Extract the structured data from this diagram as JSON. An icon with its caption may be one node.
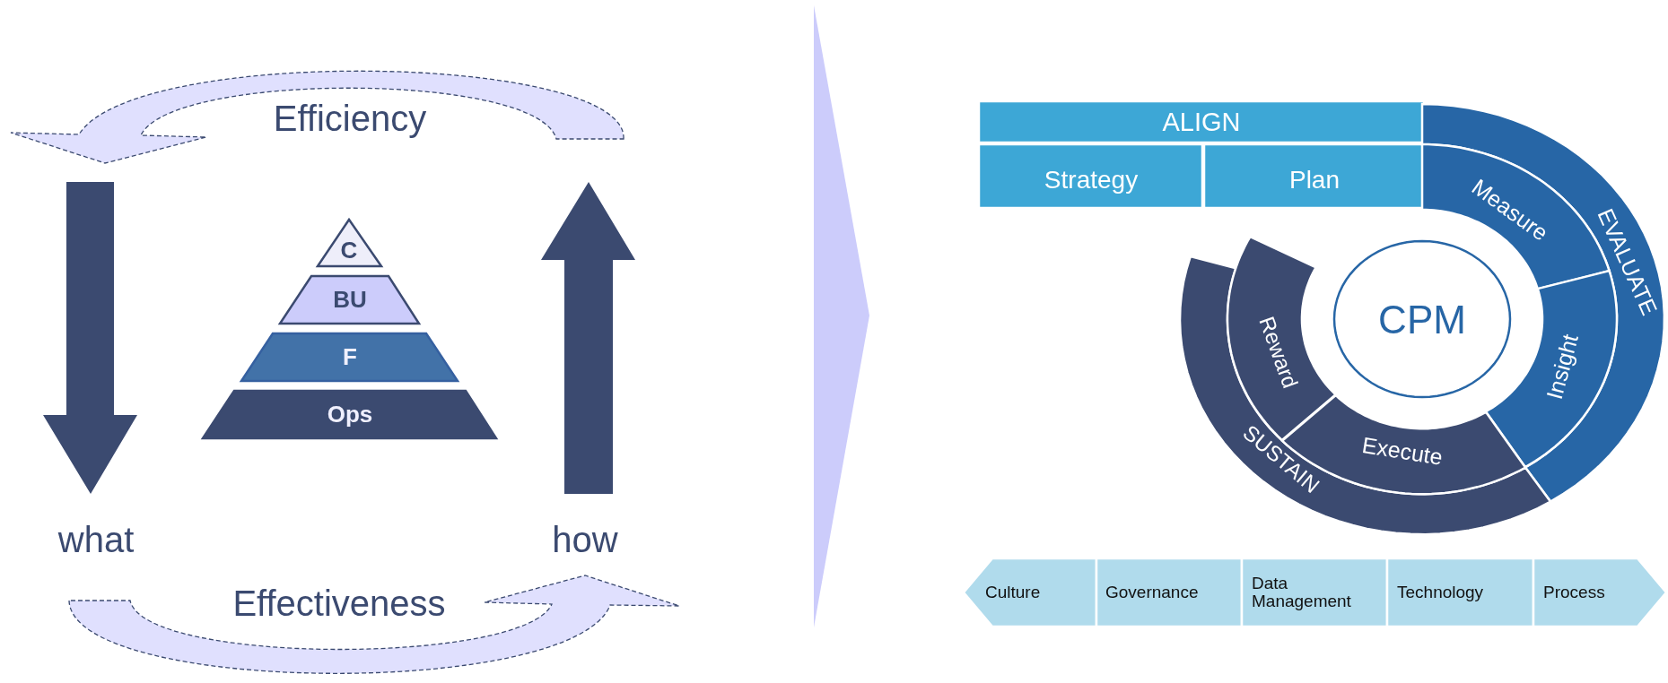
{
  "diagram": {
    "nodes": [
      {
        "text": [
          "C"
        ]
      },
      {
        "text": [
          "BU"
        ]
      },
      {
        "text": [
          "F"
        ]
      },
      {
        "text": [
          "Ops"
        ]
      },
      {
        "text": [
          "ALIGN"
        ]
      },
      {
        "text": [
          "Strategy"
        ]
      },
      {
        "text": [
          "Plan"
        ]
      },
      {
        "text": [
          "EVALUATE"
        ]
      },
      {
        "text": [
          "Measure"
        ]
      },
      {
        "text": [
          "Insight"
        ]
      },
      {
        "text": [
          "SUSTAIN"
        ]
      },
      {
        "text": [
          "Execute"
        ]
      },
      {
        "text": [
          "Reward"
        ]
      },
      {
        "text": [
          "CPM"
        ]
      },
      {
        "text": [
          "Culture"
        ]
      },
      {
        "text": [
          "Governance"
        ]
      },
      {
        "text": [
          "Data Management"
        ]
      },
      {
        "text": [
          "Technology"
        ]
      },
      {
        "text": [
          "Process"
        ]
      }
    ],
    "labels": [
      "Efficiency",
      "what",
      "how",
      "Effectiveness"
    ]
  }
}
